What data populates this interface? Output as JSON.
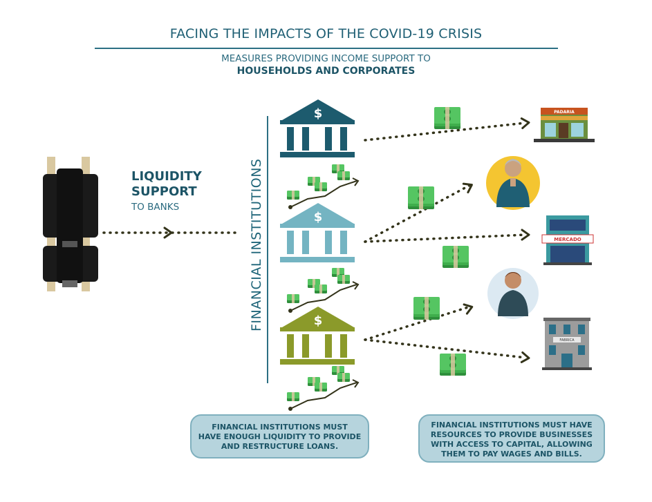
{
  "header": {
    "title": "FACING THE IMPACTS OF THE COVID-19 CRISIS",
    "subtitle_line1": "MEASURES  PROVIDING INCOME SUPPORT TO",
    "subtitle_line2": "HOUSEHOLDS AND CORPORATES"
  },
  "liquidity": {
    "title_line1": "LIQUIDITY",
    "title_line2": "SUPPORT",
    "subtitle": "TO BANKS"
  },
  "institutions": {
    "label": "FINANCIAL  INSTITUTIONS",
    "bank_symbol": "$",
    "bank_colors": [
      "#1d5b6e",
      "#74b4c2",
      "#8b9a2a"
    ]
  },
  "storefronts": {
    "bakery_sign": "PADARIA",
    "market_sign": "MERCADO",
    "office_sign": "FABRICA"
  },
  "notes": {
    "left": [
      "FINANCIAL INSTITUTIONS MUST",
      "HAVE ENOUGH LIQUIDITY TO PROVIDE",
      "AND RESTRUCTURE LOANS."
    ],
    "right": [
      "FINANCIAL INSTITUTIONS MUST HAVE",
      "RESOURCES TO PROVIDE BUSINESSES",
      "WITH ACCESS TO CAPITAL, ALLOWING",
      "THEM TO PAY WAGES AND BILLS."
    ]
  },
  "icons": [
    "central-bank-building-icon",
    "bank-icon",
    "money-stack-icon",
    "growth-arrow-icon",
    "bakery-shop-icon",
    "elderly-person-icon",
    "market-shop-icon",
    "young-man-icon",
    "office-building-icon"
  ]
}
